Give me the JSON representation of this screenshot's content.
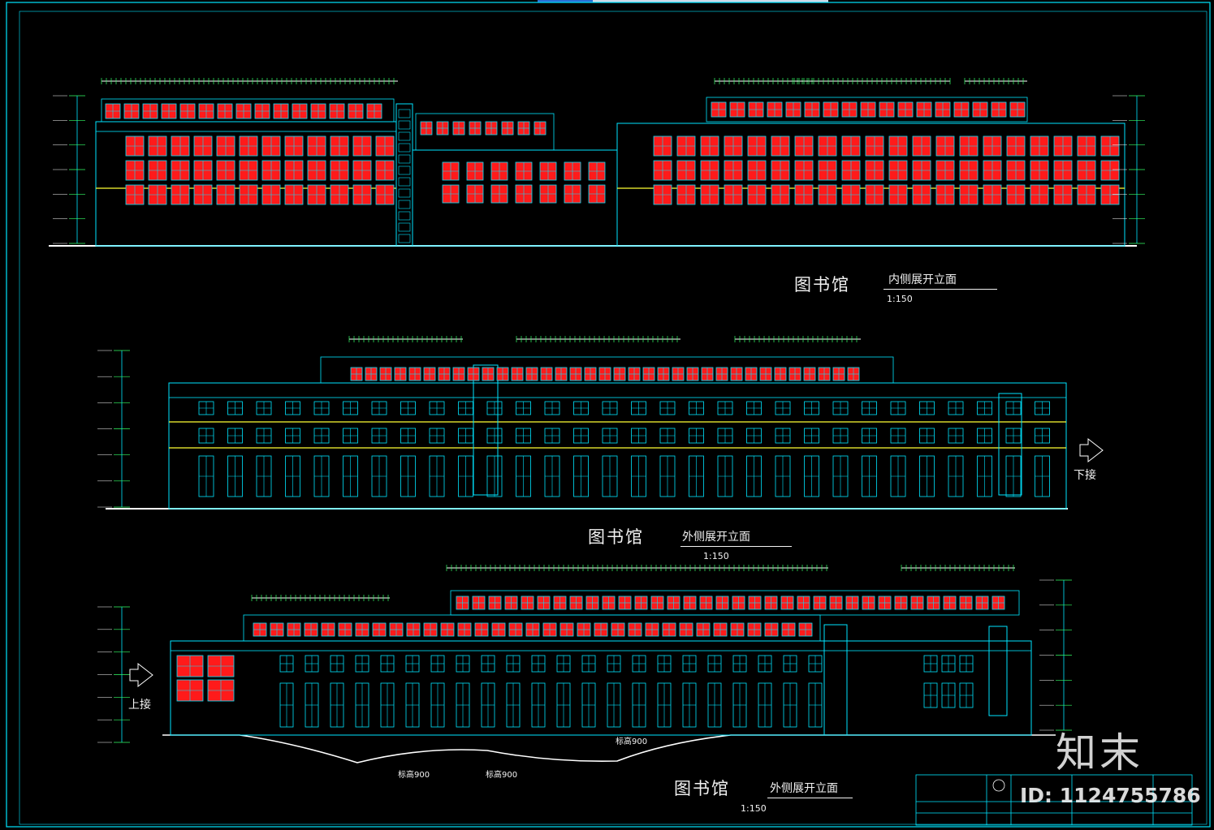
{
  "drawings": [
    {
      "title": "图书馆",
      "subtitle": "内侧展开立面",
      "scale": "1:150"
    },
    {
      "title": "图书馆",
      "subtitle": "外侧展开立面",
      "scale": "1:150",
      "continue_label": "下接"
    },
    {
      "title": "图书馆",
      "subtitle": "外侧展开立面",
      "scale": "1:150",
      "continue_label": "上接",
      "level_labels": [
        "标高900",
        "标高900",
        "标高900"
      ]
    }
  ],
  "watermark": {
    "logo": "知末",
    "id": "ID: 1124755786"
  },
  "colors": {
    "background": "#000000",
    "outline": "#00e5ff",
    "glass": "#ff1a1a",
    "accent": "#ffff33",
    "ground": "#ffffff",
    "green": "#33ff66"
  }
}
